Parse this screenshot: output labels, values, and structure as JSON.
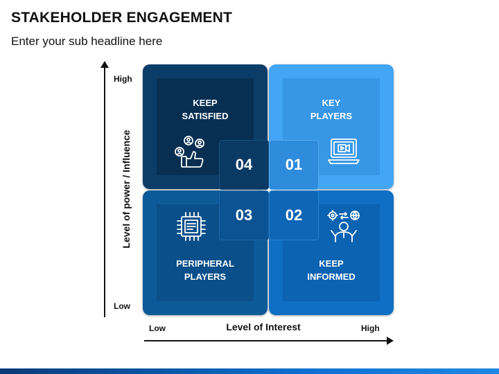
{
  "header": {
    "title": "STAKEHOLDER ENGAGEMENT",
    "subtitle": "Enter your sub headline here"
  },
  "axes": {
    "y_title": "Level of power / Influence",
    "y_high": "High",
    "y_low": "Low",
    "x_title": "Level of Interest",
    "x_low": "Low",
    "x_high": "High"
  },
  "quadrants": {
    "top_left": {
      "number": "04",
      "line1": "KEEP",
      "line2": "SATISFIED",
      "icon": "people-thumbs-up-icon",
      "color": "#0c3d68"
    },
    "top_right": {
      "number": "01",
      "line1": "KEY",
      "line2": "PLAYERS",
      "icon": "laptop-video-icon",
      "color": "#42a5f5"
    },
    "bottom_left": {
      "number": "03",
      "line1": "PERIPHERAL",
      "line2": "PLAYERS",
      "icon": "processor-chip-icon",
      "color": "#0d5a99"
    },
    "bottom_right": {
      "number": "02",
      "line1": "KEEP",
      "line2": "INFORMED",
      "icon": "person-gear-globe-icon",
      "color": "#0e6fc4"
    }
  }
}
